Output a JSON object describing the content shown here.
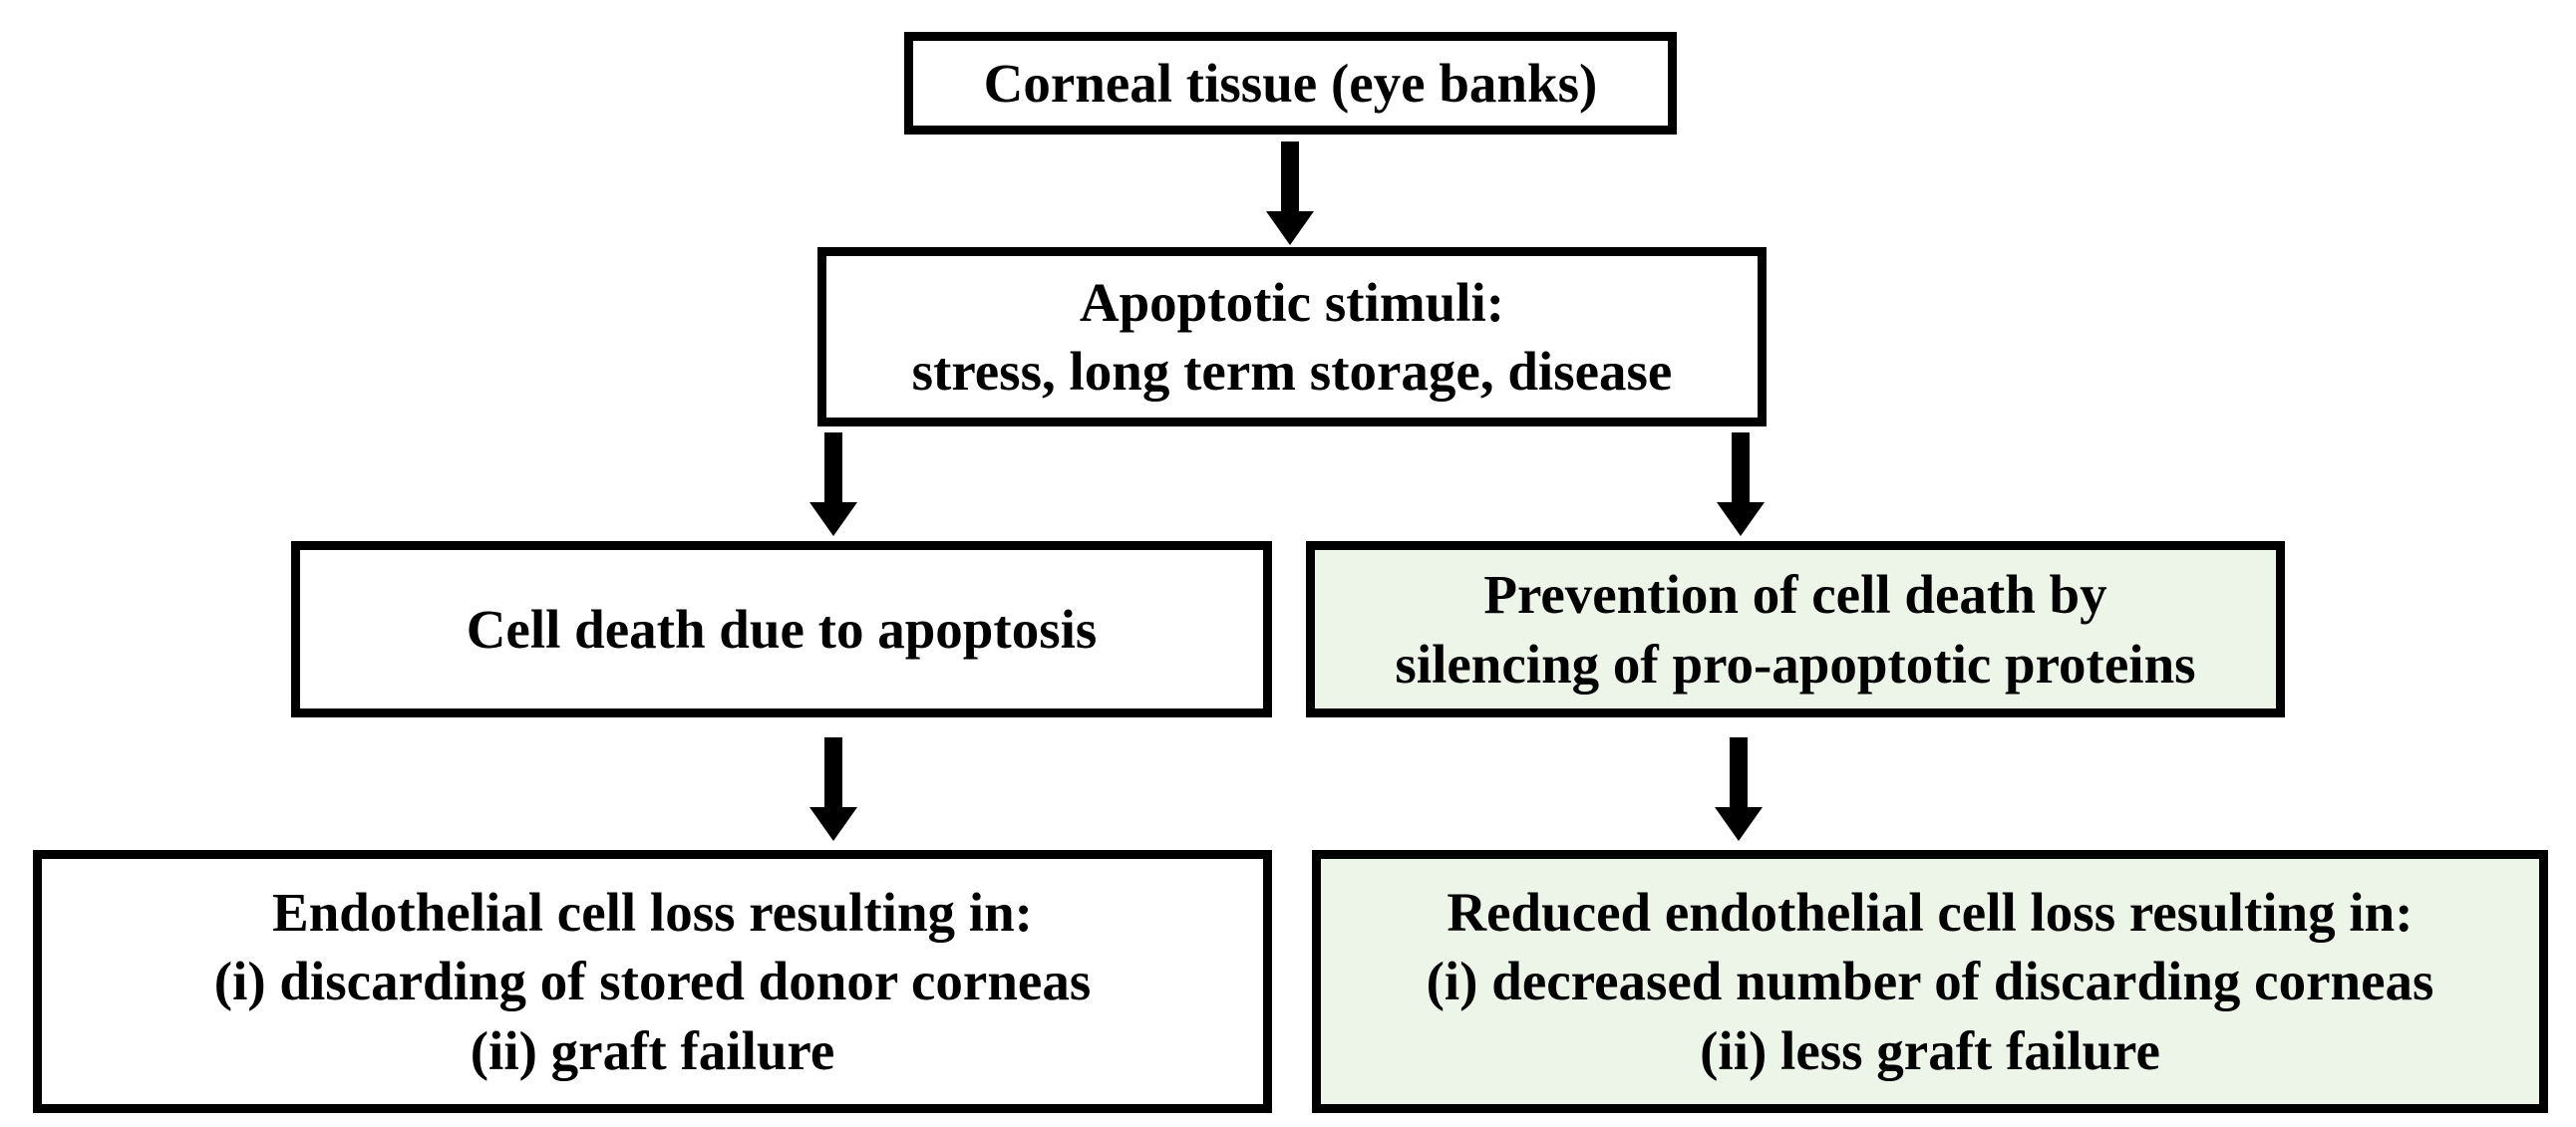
{
  "flowchart": {
    "nodes": {
      "corneal_tissue": {
        "lines": [
          "Corneal tissue (eye banks)"
        ],
        "highlighted": false
      },
      "apoptotic_stimuli": {
        "lines": [
          "Apoptotic stimuli:",
          "stress, long term storage, disease"
        ],
        "highlighted": false
      },
      "cell_death": {
        "lines": [
          "Cell death due to apoptosis"
        ],
        "highlighted": false
      },
      "prevention": {
        "lines": [
          "Prevention of cell death by",
          "silencing of pro-apoptotic proteins"
        ],
        "highlighted": true
      },
      "cell_loss": {
        "lines": [
          "Endothelial cell loss resulting in:",
          "(i) discarding of stored donor corneas",
          "(ii) graft failure"
        ],
        "highlighted": false
      },
      "reduced_loss": {
        "lines": [
          "Reduced endothelial cell loss resulting in:",
          "(i) decreased number of discarding corneas",
          "(ii) less graft failure"
        ],
        "highlighted": true
      }
    },
    "colors": {
      "box_fill_default": "#ffffff",
      "box_fill_highlight": "#edf4e8",
      "box_border": "#000000",
      "arrow": "#000000",
      "text": "#000000"
    }
  }
}
